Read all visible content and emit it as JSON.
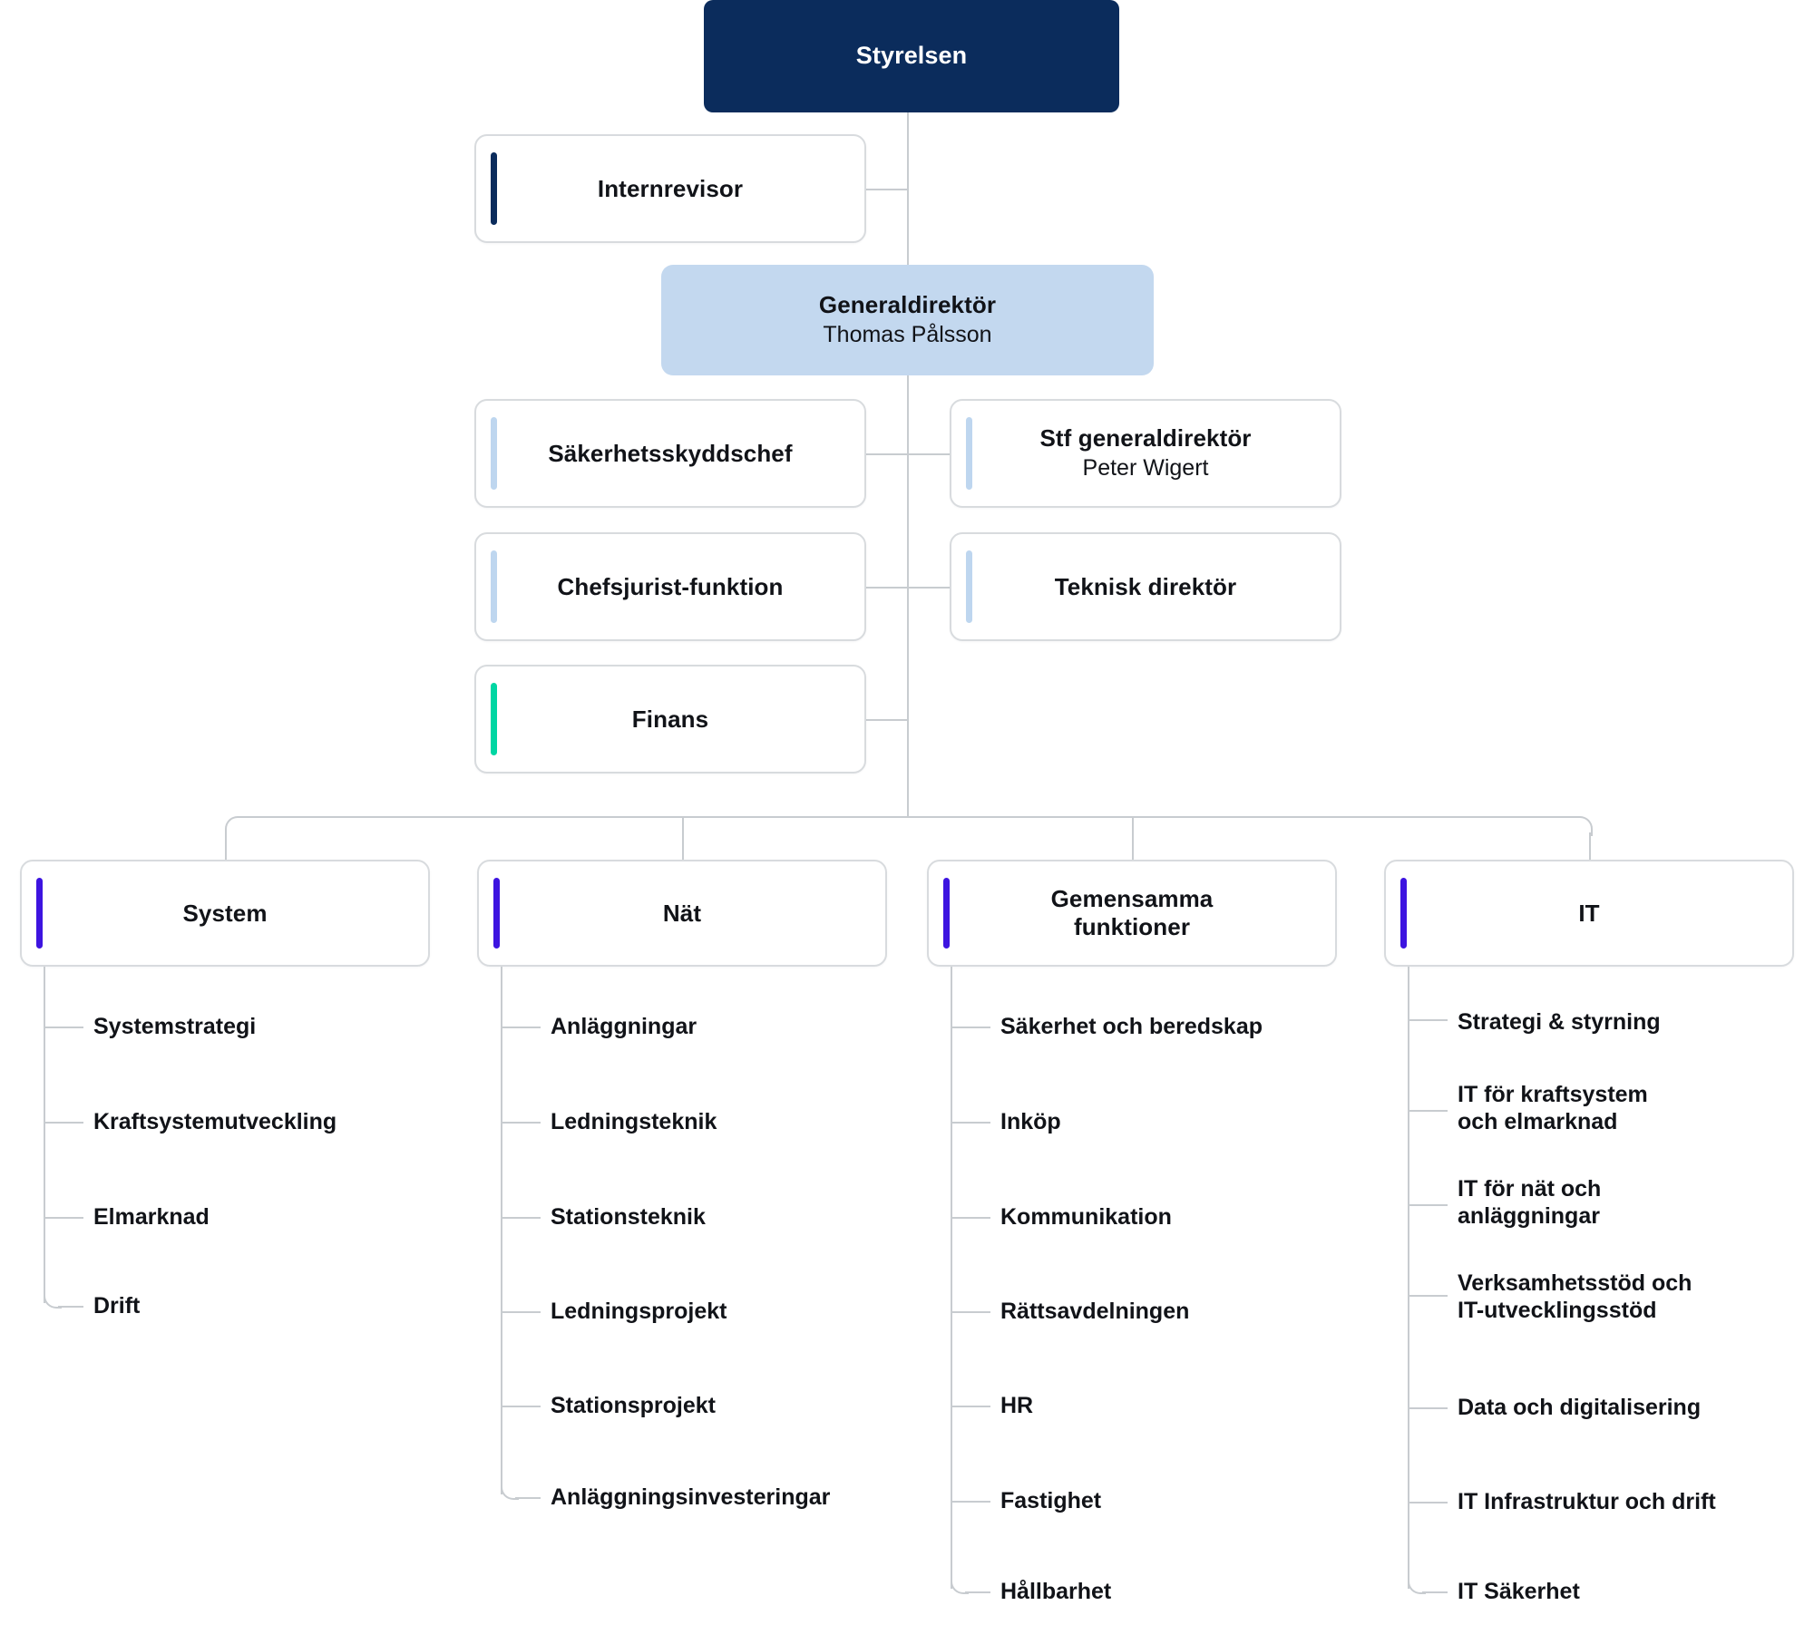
{
  "colors": {
    "root_bg": "#0b2c5c",
    "root_text": "#ffffff",
    "gd_bg": "#c3d8ef",
    "accent_navy": "#0b2c5c",
    "accent_lightblue": "#bed6ef",
    "accent_teal": "#00d6a3",
    "accent_purple": "#3d14e0",
    "line": "#c8ccd0",
    "box_border": "#d8dbde"
  },
  "root": {
    "title": "Styrelsen"
  },
  "staff_left": [
    {
      "title": "Internrevisor",
      "accent": "navy"
    },
    {
      "title": "Säkerhetsskyddschef",
      "accent": "lightblue"
    },
    {
      "title": "Chefsjurist-funktion",
      "accent": "lightblue"
    },
    {
      "title": "Finans",
      "accent": "teal"
    }
  ],
  "ceo": {
    "title": "Generaldirektör",
    "person": "Thomas Pålsson"
  },
  "staff_right": [
    {
      "title": "Stf generaldirektör",
      "person": "Peter Wigert",
      "accent": "lightblue"
    },
    {
      "title": "Teknisk direktör",
      "person": "",
      "accent": "lightblue"
    }
  ],
  "divisions": [
    {
      "title": "System",
      "accent": "purple",
      "units": [
        "Systemstrategi",
        "Kraftsystemutveckling",
        "Elmarknad",
        "Drift"
      ]
    },
    {
      "title": "Nät",
      "accent": "purple",
      "units": [
        "Anläggningar",
        "Ledningsteknik",
        "Stationsteknik",
        "Ledningsprojekt",
        "Stationsprojekt",
        "Anläggningsinvesteringar"
      ]
    },
    {
      "title": "Gemensamma\nfunktioner",
      "accent": "purple",
      "units": [
        "Säkerhet och beredskap",
        "Inköp",
        "Kommunikation",
        "Rättsavdelningen",
        "HR",
        "Fastighet",
        "Hållbarhet"
      ]
    },
    {
      "title": "IT",
      "accent": "purple",
      "units": [
        "Strategi & styrning",
        "IT för kraftsystem\noch elmarknad",
        "IT för nät och\nanläggningar",
        "Verksamhetsstöd och\nIT-utvecklingsstöd",
        "Data och digitalisering",
        "IT Infrastruktur och drift",
        "IT Säkerhet"
      ]
    }
  ]
}
